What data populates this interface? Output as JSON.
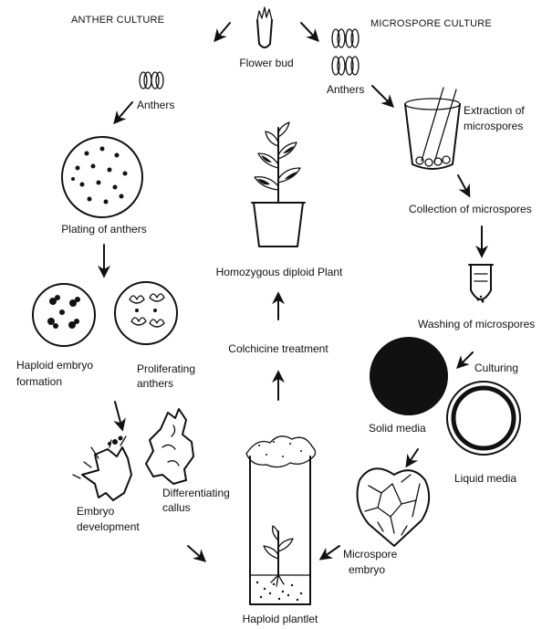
{
  "headers": {
    "left": "ANTHER CULTURE",
    "right": "MICROSPORE CULTURE"
  },
  "labels": {
    "flower_bud": "Flower bud",
    "anthers_left": "Anthers",
    "anthers_right": "Anthers",
    "plating": "Plating of anthers",
    "haploid_embryo_l1": "Haploid embryo",
    "haploid_embryo_l2": "formation",
    "proliferating_l1": "Proliferating",
    "proliferating_l2": "anthers",
    "embryo_dev_l1": "Embryo",
    "embryo_dev_l2": "development",
    "diff_callus_l1": "Differentiating",
    "diff_callus_l2": "callus",
    "haploid_plantlet": "Haploid plantlet",
    "colchicine": "Colchicine treatment",
    "homozygous": "Homozygous diploid Plant",
    "extraction_l1": "Extraction of",
    "extraction_l2": "microspores",
    "collection": "Collection of microspores",
    "washing": "Washing of microspores",
    "culturing": "Culturing",
    "solid_media": "Solid media",
    "liquid_media": "Liquid media",
    "microspore_embryo_l1": "Microspore",
    "microspore_embryo_l2": "embryo"
  },
  "colors": {
    "ink": "#111111",
    "background": "#ffffff"
  }
}
